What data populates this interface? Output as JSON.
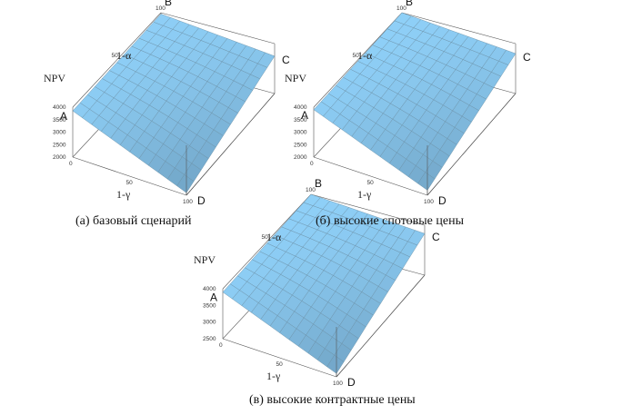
{
  "chart_data": [
    {
      "type": "surface",
      "caption": "(а) базовый сценарий",
      "axes": {
        "z_label": "NPV",
        "x_label": "1-α",
        "y_label": "1-γ"
      },
      "corner_labels": [
        "A",
        "B",
        "C",
        "D"
      ],
      "x_ticks": [
        "50",
        "100"
      ],
      "y_ticks": [
        "0",
        "50",
        "100"
      ],
      "z_ticks": [
        "4000",
        "3500",
        "3000",
        "2500",
        "2000"
      ],
      "zlim": [
        2000,
        4000
      ],
      "grid_size": 12,
      "corner_values": {
        "A": 3850,
        "B": 3950,
        "C": 3500,
        "D": 2100
      },
      "color": "#8fd0ee"
    },
    {
      "type": "surface",
      "caption": "(б) высокие спотовые цены",
      "axes": {
        "z_label": "NPV",
        "x_label": "1-α",
        "y_label": "1-γ"
      },
      "corner_labels": [
        "A",
        "B",
        "C",
        "D"
      ],
      "x_ticks": [
        "50",
        "100"
      ],
      "y_ticks": [
        "0",
        "50",
        "100"
      ],
      "z_ticks": [
        "4000",
        "3500",
        "3000",
        "2500",
        "2000"
      ],
      "zlim": [
        2000,
        4000
      ],
      "grid_size": 12,
      "corner_values": {
        "A": 3900,
        "B": 4000,
        "C": 3600,
        "D": 2200
      },
      "color": "#8fd0ee"
    },
    {
      "type": "surface",
      "caption": "(в) высокие контрактные цены",
      "axes": {
        "z_label": "NPV",
        "x_label": "1-α",
        "y_label": "1-γ"
      },
      "corner_labels": [
        "A",
        "B",
        "C",
        "D"
      ],
      "x_ticks": [
        "50",
        "100"
      ],
      "y_ticks": [
        "0",
        "50",
        "100"
      ],
      "z_ticks": [
        "4000",
        "3500",
        "3000",
        "2500"
      ],
      "zlim": [
        2500,
        4000
      ],
      "grid_size": 12,
      "corner_values": {
        "A": 3900,
        "B": 4000,
        "C": 3750,
        "D": 2600
      },
      "color": "#8fd0ee"
    }
  ]
}
